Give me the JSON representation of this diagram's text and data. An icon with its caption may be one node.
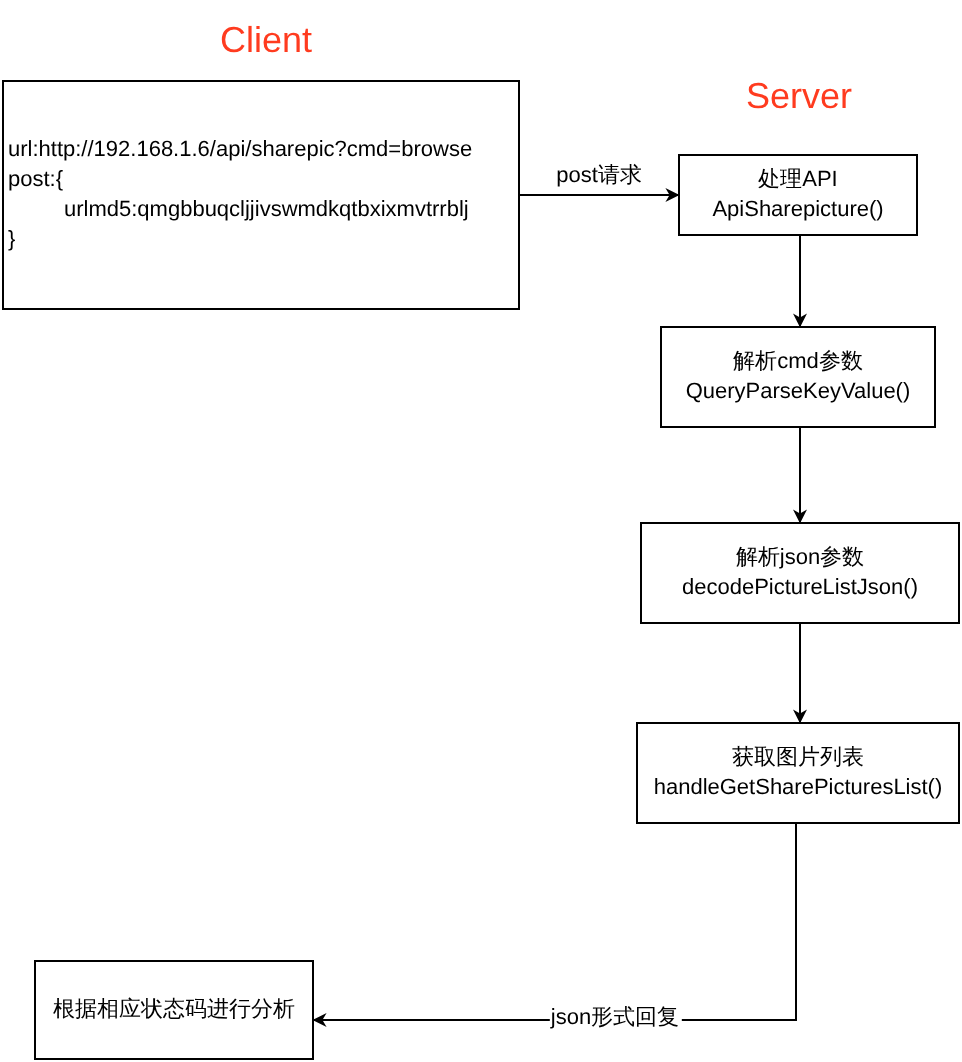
{
  "diagram": {
    "nodes": [
      {
        "text": [
          "url:http://192.168.1.6/api/sharepic?cmd=browse",
          "post:{",
          "urlmd5:qmgbbuqcljjivswmdkqtbxixmvtrrblj",
          "}"
        ]
      },
      {
        "text": [
          "处理API",
          "ApiSharepicture()"
        ]
      },
      {
        "text": [
          "解析cmd参数",
          "QueryParseKeyValue()"
        ]
      },
      {
        "text": [
          "解析json参数",
          "decodePictureListJson()"
        ]
      },
      {
        "text": [
          "获取图片列表",
          "handleGetSharePicturesList()"
        ]
      },
      {
        "text": [
          "根据相应状态码进行分析"
        ]
      }
    ],
    "edges": [
      {
        "from": 0,
        "to": 1,
        "arrow": "to",
        "label": "post请求"
      },
      {
        "from": 1,
        "to": 2,
        "arrow": "to"
      },
      {
        "from": 2,
        "to": 3,
        "arrow": "to"
      },
      {
        "from": 3,
        "to": 4,
        "arrow": "to"
      },
      {
        "from": 4,
        "to": 5,
        "arrow": "to",
        "label": "json形式回复"
      }
    ],
    "labels": [
      "Client",
      "Server"
    ]
  }
}
